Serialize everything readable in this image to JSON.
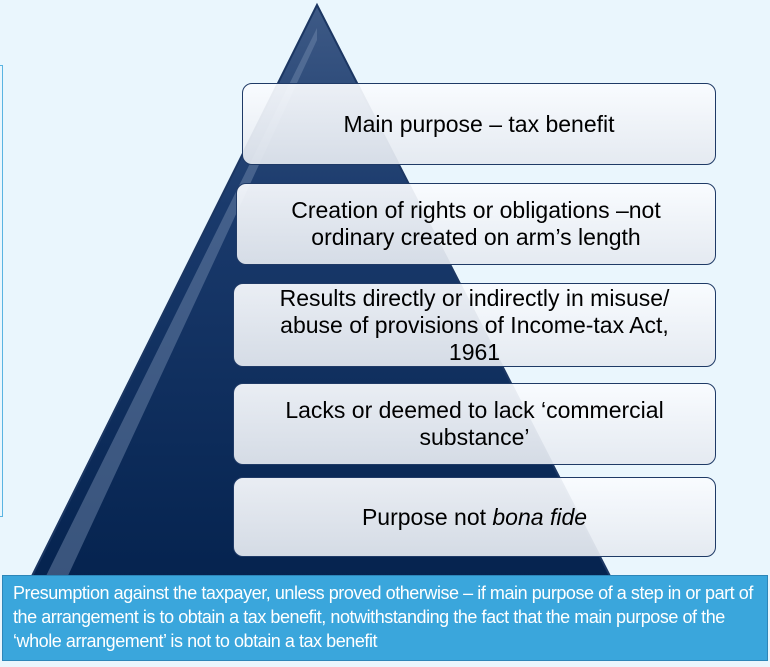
{
  "pyramid": {
    "levels": [
      {
        "text": "Main purpose – tax benefit"
      },
      {
        "text": "Creation of rights or obligations –not ordinary created on arm’s length"
      },
      {
        "text": "Results directly or indirectly in misuse/ abuse of provisions of Income-tax Act, 1961"
      },
      {
        "text": "Lacks or deemed to lack ‘commercial substance’"
      },
      {
        "text_plain": "Purpose not ",
        "text_italic": "bona fide"
      }
    ]
  },
  "banner": {
    "text": "Presumption against the taxpayer, unless proved otherwise – if main purpose of a step in or part of the arrangement is to obtain a tax benefit, notwithstanding the fact that the main purpose of the ‘whole arrangement’ is not to obtain a tax benefit"
  },
  "colors": {
    "background": "#eaf6fd",
    "pyramid": "#0e2a57",
    "banner": "#3aa6dc"
  }
}
